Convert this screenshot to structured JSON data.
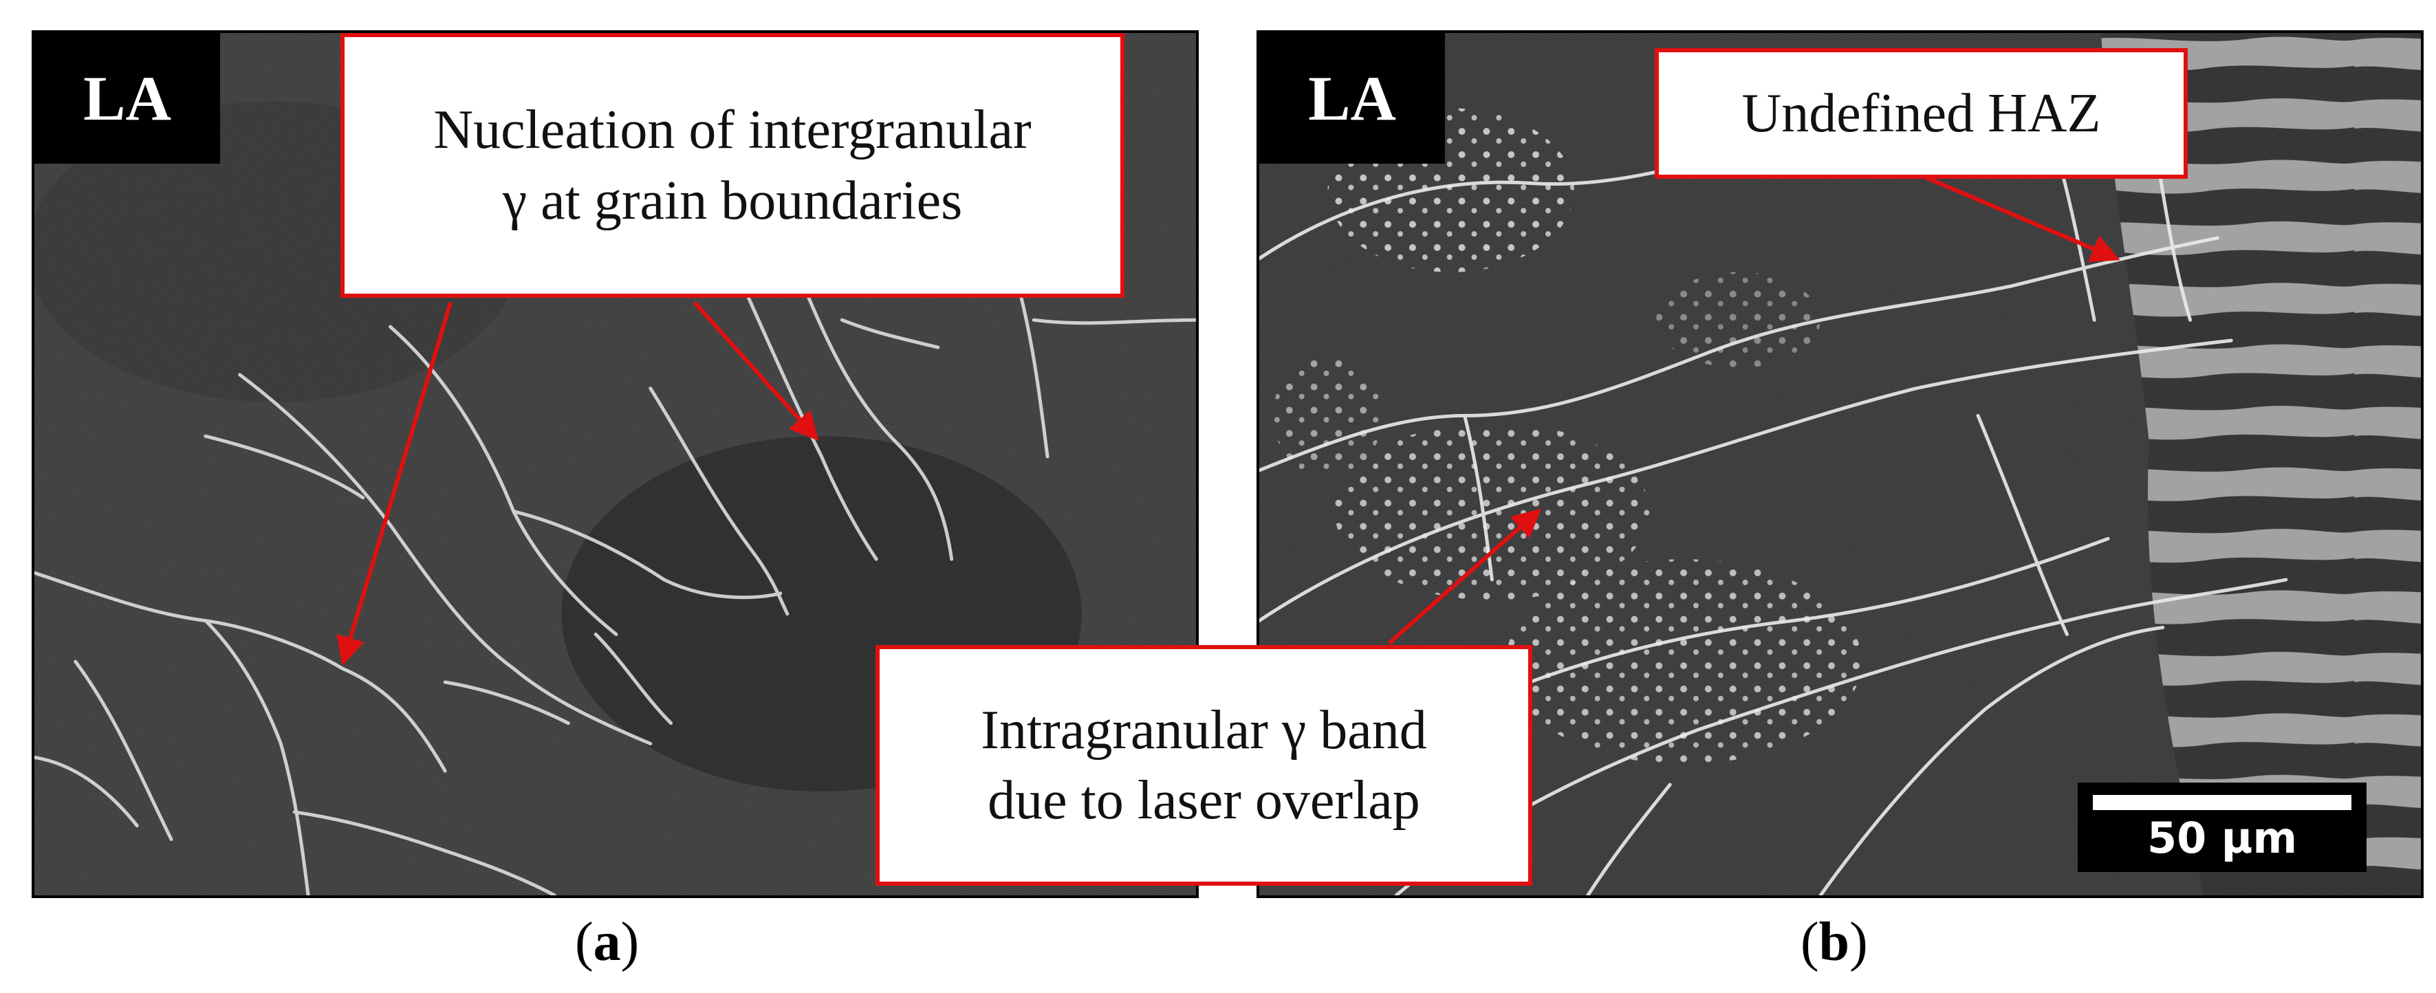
{
  "panels": [
    {
      "tag": "LA",
      "callout_line1": "Nucleation of intergranular",
      "callout_line2": "γ at grain boundaries",
      "caption_open": "(",
      "caption_letter": "a",
      "caption_close": ")"
    },
    {
      "tag": "LA",
      "callout_haz": "Undefined HAZ",
      "callout_band_line1": "Intragranular γ band",
      "callout_band_line2": "due to laser overlap",
      "scalebar_label": "50 µm",
      "caption_open": "(",
      "caption_letter": "b",
      "caption_close": ")"
    }
  ],
  "colors": {
    "callout_border": "#e01010",
    "arrow": "#e01010",
    "tag_bg": "#000000",
    "micrograph_bg": "#2c2c2c",
    "phase_light": "#bfbfbf"
  }
}
